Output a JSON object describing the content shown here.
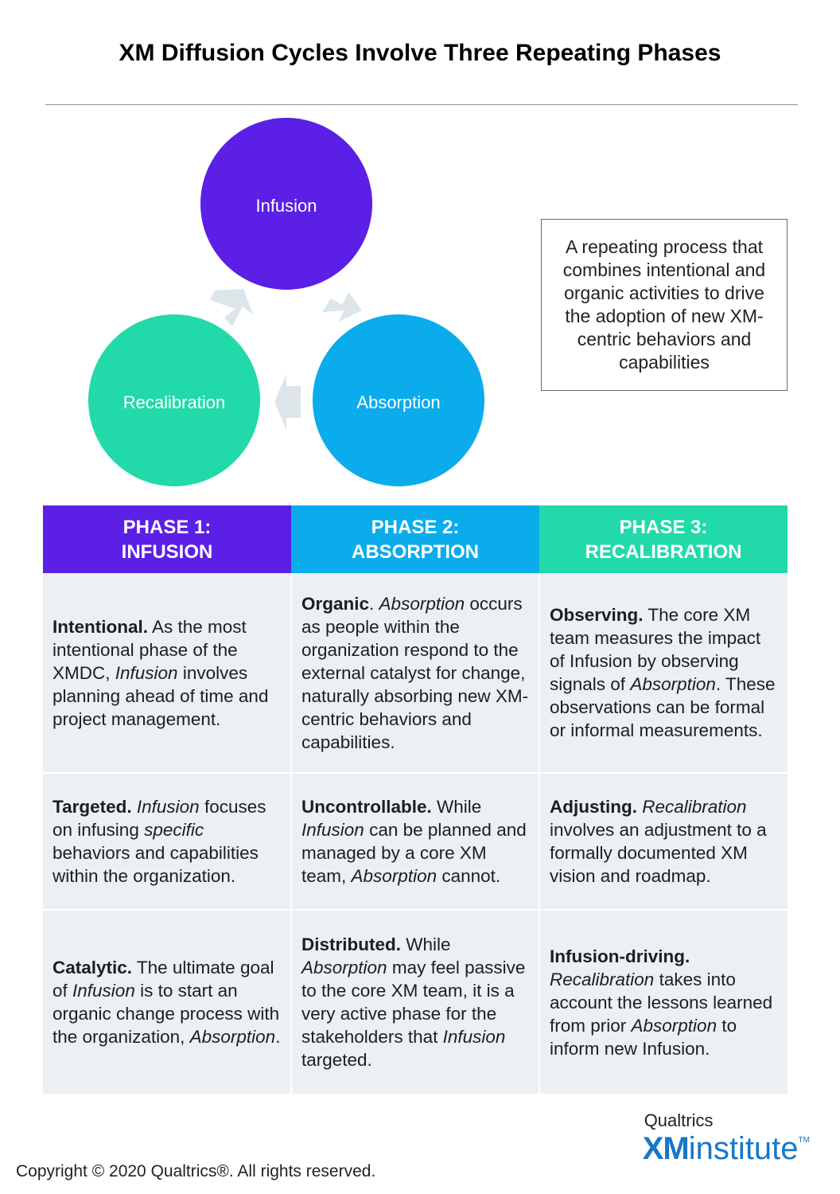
{
  "title": "XM Diffusion Cycles Involve Three Repeating Phases",
  "diagram": {
    "nodes": [
      {
        "label": "Infusion",
        "color": "#5b1fe6"
      },
      {
        "label": "Absorption",
        "color": "#0aacec"
      },
      {
        "label": "Recalibration",
        "color": "#22d9a9"
      }
    ],
    "arrow_color": "#dce5ea"
  },
  "description": "A repeating process that combines intentional and organic activities to drive the adoption of new XM-centric behaviors and capabilities",
  "table": {
    "headers": [
      {
        "line1": "PHASE 1:",
        "line2": "INFUSION",
        "color": "#5b1fe6"
      },
      {
        "line1": "PHASE 2:",
        "line2": "ABSORPTION",
        "color": "#0aacec"
      },
      {
        "line1": "PHASE 3:",
        "line2": "RECALIBRATION",
        "color": "#22d9a9"
      }
    ],
    "rows": [
      [
        {
          "bold": "Intentional.",
          "body": [
            {
              "t": " As the most intentional phase of the XMDC, "
            },
            {
              "t": "Infusion",
              "i": true
            },
            {
              "t": " involves planning ahead of time and project management."
            }
          ]
        },
        {
          "bold": "Organic",
          "body": [
            {
              "t": ". "
            },
            {
              "t": "Absorption",
              "i": true
            },
            {
              "t": " occurs as people within the organization respond to the external catalyst for change, naturally absorbing new XM-centric behaviors and capabilities."
            }
          ]
        },
        {
          "bold": "Observing.",
          "body": [
            {
              "t": " The core XM team measures the impact of Infusion by observing signals of "
            },
            {
              "t": "Absorption",
              "i": true
            },
            {
              "t": ". These observations can be formal or informal measurements."
            }
          ]
        }
      ],
      [
        {
          "bold": "Targeted.",
          "body": [
            {
              "t": " "
            },
            {
              "t": "Infusion",
              "i": true
            },
            {
              "t": " focuses on infusing "
            },
            {
              "t": "specific",
              "i": true
            },
            {
              "t": " behaviors and capabilities within the organization."
            }
          ]
        },
        {
          "bold": "Uncontrollable.",
          "body": [
            {
              "t": " While "
            },
            {
              "t": "Infusion",
              "i": true
            },
            {
              "t": " can be planned and managed by a core XM team, "
            },
            {
              "t": "Absorption",
              "i": true
            },
            {
              "t": " cannot."
            }
          ]
        },
        {
          "bold": "Adjusting.",
          "body": [
            {
              "t": " "
            },
            {
              "t": "Recalibration",
              "i": true
            },
            {
              "t": " involves an adjustment to a formally documented XM vision and roadmap."
            }
          ]
        }
      ],
      [
        {
          "bold": "Catalytic.",
          "body": [
            {
              "t": " The ultimate goal of "
            },
            {
              "t": "Infusion",
              "i": true
            },
            {
              "t": " is to start an organic change process with the organization, "
            },
            {
              "t": "Absorption",
              "i": true
            },
            {
              "t": "."
            }
          ]
        },
        {
          "bold": "Distributed.",
          "body": [
            {
              "t": " While "
            },
            {
              "t": "Absorption",
              "i": true
            },
            {
              "t": " may feel passive to the core XM team, it is a very active phase for the stakeholders that "
            },
            {
              "t": "Infusion",
              "i": true
            },
            {
              "t": " targeted."
            }
          ]
        },
        {
          "bold": "Infusion-driving.",
          "body": [
            {
              "t": " "
            },
            {
              "t": "Recalibration",
              "i": true
            },
            {
              "t": " takes into account the lessons learned from prior "
            },
            {
              "t": "Absorption",
              "i": true
            },
            {
              "t": " to inform new Infusion."
            }
          ]
        }
      ]
    ]
  },
  "brand": {
    "top": "Qualtrics",
    "xm": "XM",
    "institute": "institute",
    "tm": "TM"
  },
  "copyright": "Copyright © 2020 Qualtrics®.  All rights reserved."
}
